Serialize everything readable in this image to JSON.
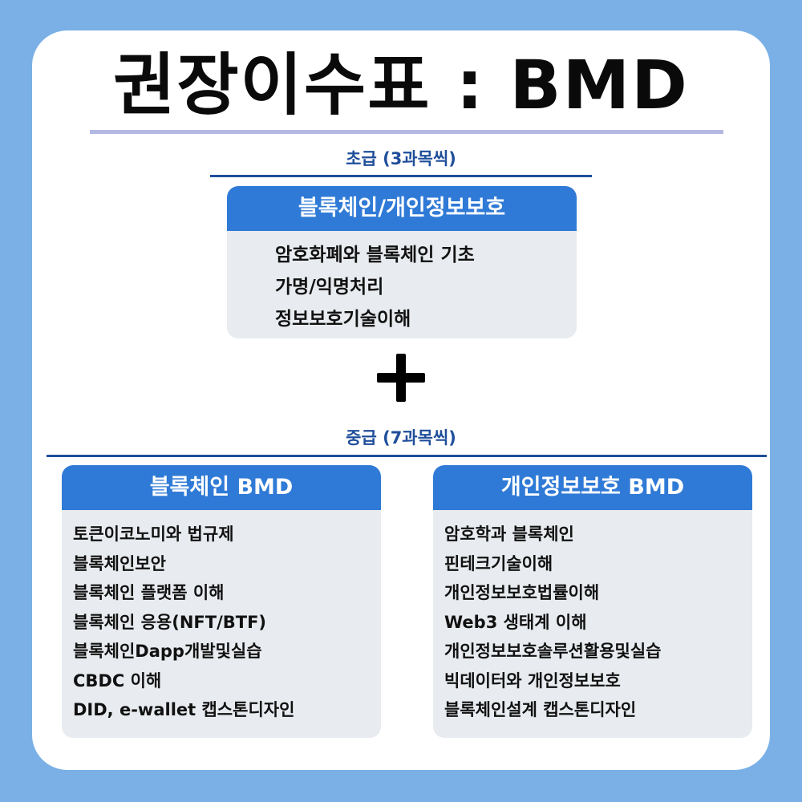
{
  "title": "권장이수표 : BMD",
  "basic": {
    "label": "초급 (3과목씩)",
    "box": {
      "header": "블록체인/개인정보보호",
      "items": [
        "암호화폐와 블록체인 기초",
        "가명/익명처리",
        "정보보호기술이해"
      ]
    }
  },
  "plus_symbol": "plus-icon",
  "intermediate": {
    "label": "중급 (7과목씩)",
    "left": {
      "header": "블록체인 BMD",
      "items": [
        "토큰이코노미와 법규제",
        "블록체인보안",
        "블록체인 플랫폼 이해",
        "블록체인 응용(NFT/BTF)",
        "블록체인Dapp개발및실습",
        "CBDC 이해",
        "DID, e-wallet 캡스톤디자인"
      ]
    },
    "right": {
      "header": "개인정보보호 BMD",
      "items": [
        "암호학과 블록체인",
        "핀테크기술이해",
        "개인정보보호법률이해",
        "Web3 생태계 이해",
        "개인정보보호솔루션활용및실습",
        "빅데이터와 개인정보보호",
        "블록체인설계 캡스톤디자인"
      ]
    }
  },
  "colors": {
    "background": "#7ab0e6",
    "accent": "#2f7ad6",
    "label": "#1f4e9a",
    "box": "#e8ebef"
  }
}
